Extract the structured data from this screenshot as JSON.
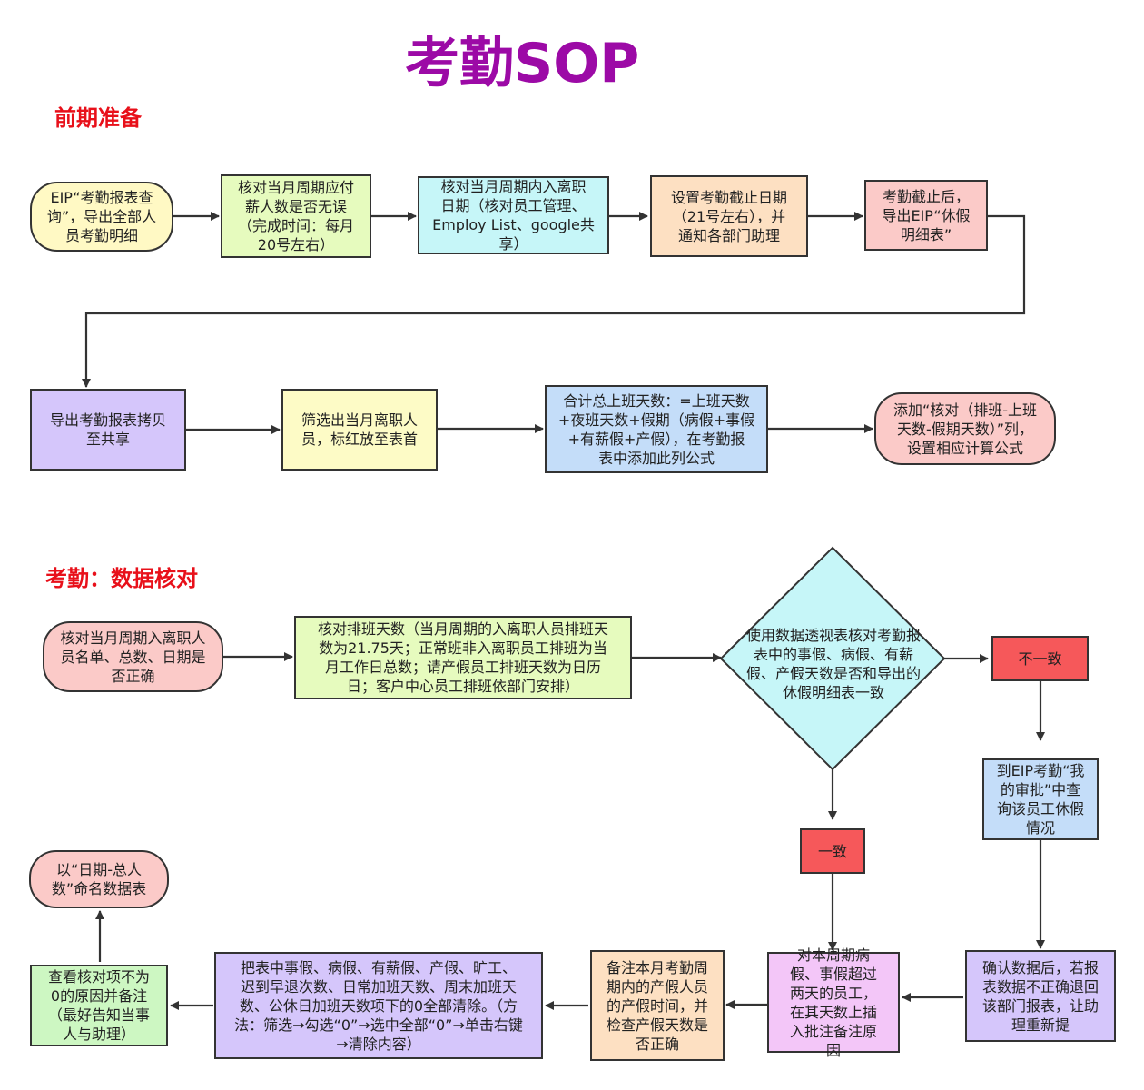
{
  "title": "考勤SOP",
  "sections": {
    "prep": "前期准备",
    "check": "考勤：数据核对"
  },
  "nodes": {
    "n1": "EIP“考勤报表查\n询”，导出全部人\n员考勤明细",
    "n2": "核对当月周期应付\n薪人数是否无误\n（完成时间：每月\n20号左右）",
    "n3": "核对当月周期内入离职\n日期（核对员工管理、\nEmploy List、google共\n享）",
    "n4": "设置考勤截止日期\n（21号左右），并\n通知各部门助理",
    "n5": "考勤截止后，\n导出EIP“休假\n明细表”",
    "n6": "导出考勤报表拷贝\n至共享",
    "n7": "筛选出当月离职人\n员，标红放至表首",
    "n8": "合计总上班天数：=上班天数\n+夜班天数+假期（病假+事假\n+有薪假+产假），在考勤报\n表中添加此列公式",
    "n9": "添加“核对（排班-上班\n天数-假期天数）”列，\n设置相应计算公式",
    "n10": "核对当月周期入离职人\n员名单、总数、日期是\n否正确",
    "n11": "核对排班天数（当月周期的入离职人员排班天\n数为21.75天；正常班非入离职员工排班为当\n月工作日总数；请产假员工排班天数为日历\n日；客户中心员工排班依部门安排）",
    "n12": "使用数据透视表核对考勤报\n表中的事假、病假、有薪\n假、产假天数是否和导出的\n休假明细表一致",
    "n13": "不一致",
    "n14": "到EIP考勤“我\n的审批”中查\n询该员工休假\n情况",
    "n15": "一致",
    "n16": "确认数据后，若报\n表数据不正确退回\n该部门报表，让助\n理重新提",
    "n17": "对本周期病\n假、事假超过\n两天的员工，\n在其天数上插\n入批注备注原\n因",
    "n18": "备注本月考勤周\n期内的产假人员\n的产假时间，并\n检查产假天数是\n否正确",
    "n19": "把表中事假、病假、有薪假、产假、旷工、\n迟到早退次数、日常加班天数、周末加班天\n数、公休日加班天数项下的0全部清除。（方\n法：筛选→勾选“0”→选中全部“0”→单击右键\n→清除内容）",
    "n20": "查看核对项不为\n0的原因并备注\n（最好告知当事\n人与助理）",
    "n21": "以“日期-总人\n数”命名数据表"
  },
  "colors": {
    "title": "#9c0aa6",
    "section": "#e8101a",
    "line": "#333333"
  }
}
